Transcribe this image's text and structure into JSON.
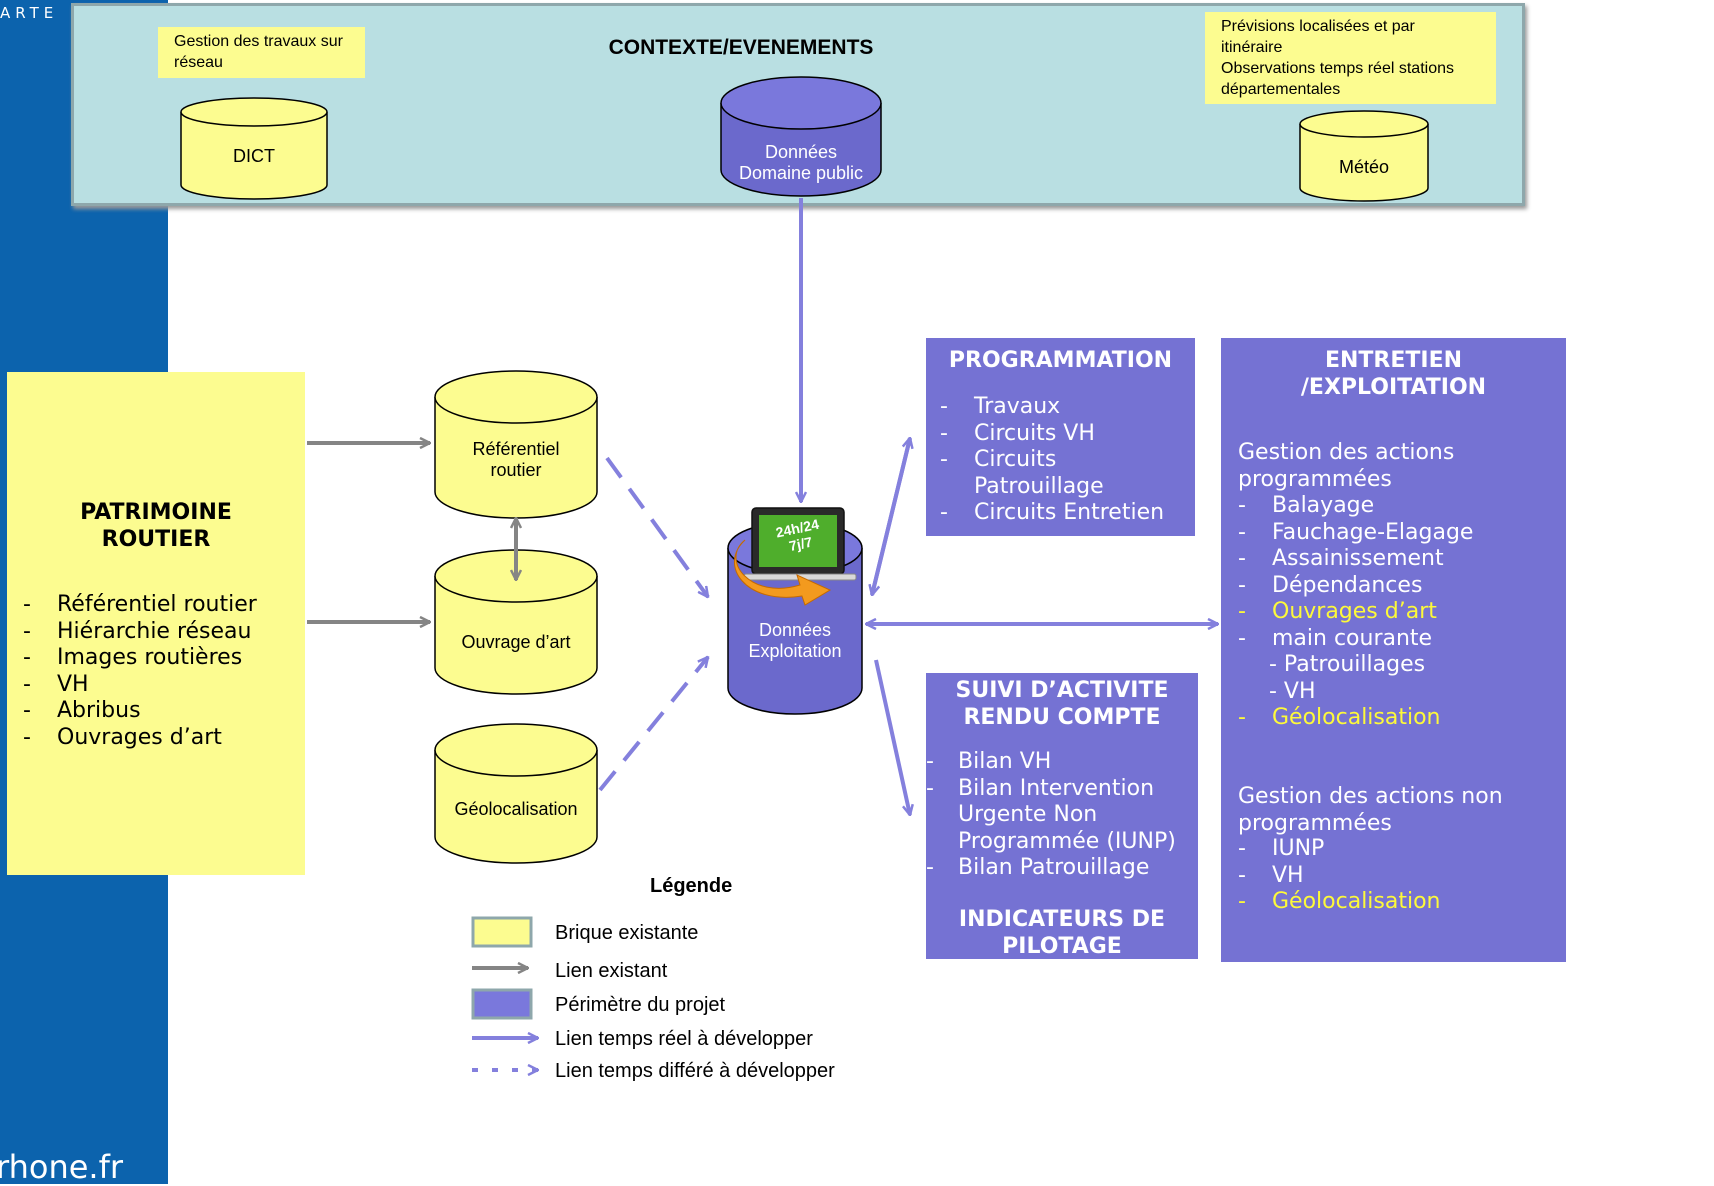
{
  "branding": {
    "top_fragment": "ARTE",
    "bottom_fragment": "rhone.fr"
  },
  "context": {
    "title": "CONTEXTE/EVENEMENTS",
    "note_left": "Gestion des travaux sur réseau",
    "note_right": "Prévisions localisées et par itinéraire\nObservations temps réel stations départementales",
    "db_dict": "DICT",
    "db_domaine_public": "Données\nDomaine public",
    "db_meteo": "Météo"
  },
  "patrimoine": {
    "title": "PATRIMOINE\nROUTIER",
    "items": [
      "Référentiel routier",
      "Hiérarchie réseau",
      "Images routières",
      "VH",
      "Abribus",
      "Ouvrages d’art"
    ]
  },
  "databases": {
    "referentiel": "Référentiel\nroutier",
    "ouvrage": "Ouvrage d’art",
    "geolocalisation": "Géolocalisation",
    "exploitation": "Données\nExploitation"
  },
  "hub_badge": {
    "line1": "24h/24",
    "line2": "7j/7"
  },
  "programmation": {
    "title": "PROGRAMMATION",
    "items": [
      "Travaux",
      "Circuits VH",
      "Circuits\nPatrouillage",
      "Circuits Entretien"
    ]
  },
  "suivi": {
    "title": "SUIVI D’ACTIVITE\nRENDU COMPTE",
    "items": [
      "Bilan VH",
      "Bilan Intervention\nUrgente Non\nProgrammée (IUNP)",
      "Bilan Patrouillage"
    ],
    "footer": "INDICATEURS DE\nPILOTAGE"
  },
  "entretien": {
    "title": "ENTRETIEN\n/EXPLOITATION",
    "section1": "Gestion des actions\nprogrammées",
    "items1": [
      "Balayage",
      "Fauchage-Elagage",
      "Assainissement",
      "Dépendances",
      "Ouvrages d’art",
      "main courante"
    ],
    "sub_items": [
      "- Patrouillages",
      "- VH"
    ],
    "item_geo1": "Géolocalisation",
    "section2": "Gestion des actions non\nprogrammées",
    "items2": [
      "IUNP",
      "VH"
    ],
    "item_geo2": "Géolocalisation"
  },
  "legend": {
    "title": "Légende",
    "items": [
      "Brique existante",
      "Lien existant",
      "Périmètre du projet",
      "Lien temps réel à développer",
      "Lien temps différé à développer"
    ]
  },
  "colors": {
    "existing": "#fcfc90",
    "project": "#7572d3",
    "existing_link": "#858585",
    "realtime_link": "#8480dd",
    "context_bg": "#b9dfe2",
    "sidebar": "#0c63ad",
    "highlight_text": "#fdf93a"
  }
}
